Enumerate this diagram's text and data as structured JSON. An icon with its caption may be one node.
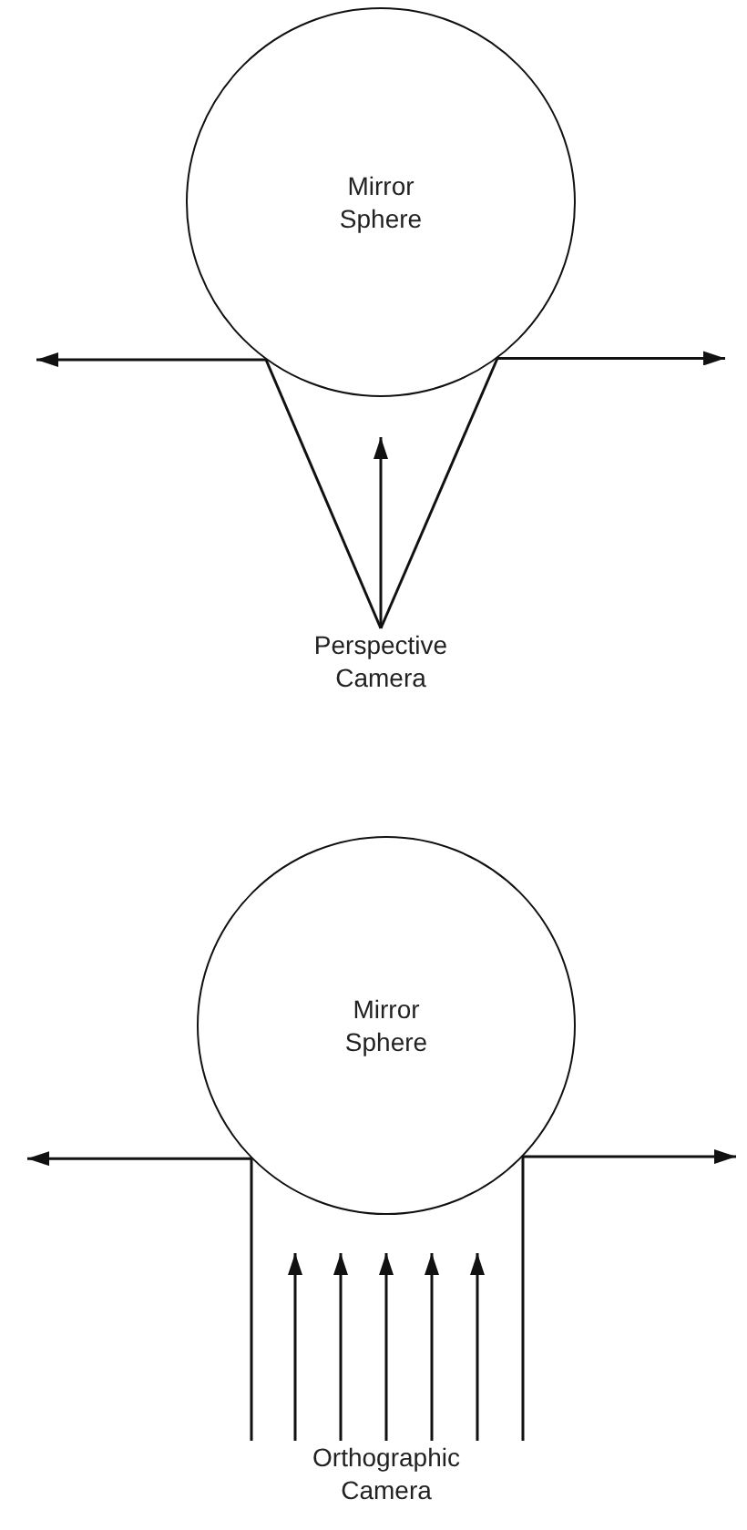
{
  "diagram": {
    "nodes": [
      {
        "text": [
          "Mirror Sphere"
        ]
      },
      {
        "text": [
          "Perspective Camera"
        ]
      },
      {
        "text": [
          "Mirror Sphere"
        ]
      },
      {
        "text": [
          "Orthographic Camera"
        ]
      }
    ],
    "edges": [
      {
        "from": 0,
        "to": null,
        "arrow": "to"
      },
      {
        "from": 0,
        "to": null,
        "arrow": "to"
      },
      {
        "from": 1,
        "to": 0,
        "arrow": "none"
      },
      {
        "from": 1,
        "to": 0,
        "arrow": "none"
      },
      {
        "from": 1,
        "to": 0,
        "arrow": "to"
      },
      {
        "from": 2,
        "to": null,
        "arrow": "to"
      },
      {
        "from": 2,
        "to": null,
        "arrow": "to"
      },
      {
        "from": 3,
        "to": 2,
        "arrow": "none"
      },
      {
        "from": 3,
        "to": 2,
        "arrow": "none"
      },
      {
        "from": 3,
        "to": 2,
        "arrow": "to"
      },
      {
        "from": 3,
        "to": 2,
        "arrow": "to"
      },
      {
        "from": 3,
        "to": 2,
        "arrow": "to"
      },
      {
        "from": 3,
        "to": 2,
        "arrow": "to"
      },
      {
        "from": 3,
        "to": 2,
        "arrow": "to"
      }
    ]
  }
}
